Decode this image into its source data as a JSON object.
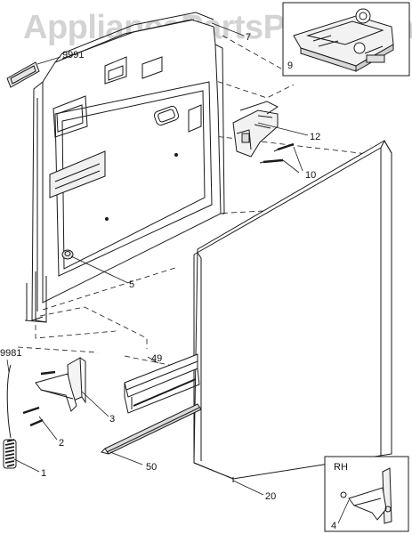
{
  "watermark": "AppliancePartsPros.com",
  "inset_rh_title": "RH",
  "callouts": [
    {
      "id": "p7",
      "text": "7"
    },
    {
      "id": "p9991",
      "text": "9991"
    },
    {
      "id": "p9",
      "text": "9"
    },
    {
      "id": "p12",
      "text": "12"
    },
    {
      "id": "p10",
      "text": "10"
    },
    {
      "id": "p5",
      "text": "5"
    },
    {
      "id": "p49",
      "text": "49"
    },
    {
      "id": "p9981",
      "text": "9981"
    },
    {
      "id": "p3",
      "text": "3"
    },
    {
      "id": "p2",
      "text": "2"
    },
    {
      "id": "p1",
      "text": "1"
    },
    {
      "id": "p50",
      "text": "50"
    },
    {
      "id": "p20",
      "text": "20"
    },
    {
      "id": "p4",
      "text": "4"
    }
  ],
  "colors": {
    "line": "#1a1a1a",
    "fill": "#ffffff",
    "shade": "#d9d9d9",
    "watermark": "#afafaf"
  }
}
